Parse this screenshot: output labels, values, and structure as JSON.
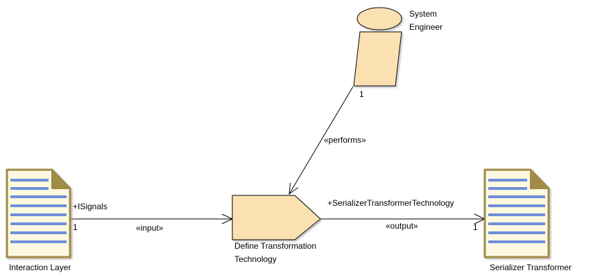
{
  "diagram": {
    "actor": {
      "name_line1": "System",
      "name_line2": "Engineer",
      "multiplicity": "1"
    },
    "task": {
      "name_line1": "Define Transformation",
      "name_line2": "Technology"
    },
    "input_artifact": {
      "name": "Interaction Layer",
      "role": "+ISignals",
      "multiplicity": "1"
    },
    "output_artifact": {
      "name": "Serializer Transformer",
      "role": "+SerializerTransformerTechnology",
      "multiplicity": "1"
    },
    "relations": {
      "performs": "«performs»",
      "input": "«input»",
      "output": "«output»"
    },
    "colors": {
      "fill": "#FBE1B1",
      "artifact_fill": "#FDF9E1",
      "artifact_border": "#A08B47",
      "artifact_lines": "#6F8ED8",
      "stroke": "#000000"
    }
  }
}
